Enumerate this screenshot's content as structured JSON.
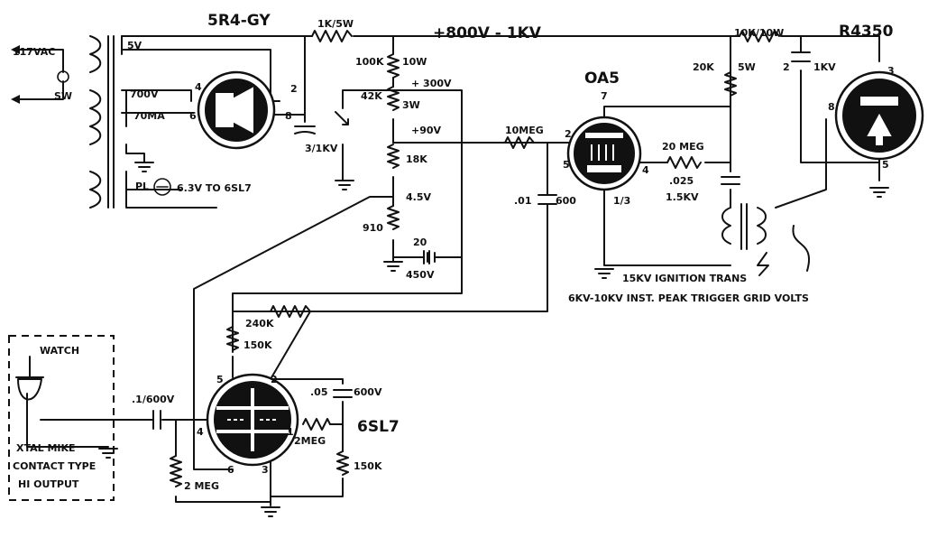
{
  "labels": {
    "vac": "117VAC",
    "sw": "SW",
    "five_v": "5V",
    "v700": "700V",
    "ma70": "70MA",
    "pl": "PL",
    "heater": "6.3V TO 6SL7",
    "rect_tube": "5R4-GY",
    "rect_pin4": "4",
    "rect_pin6": "6",
    "rect_pin2": "2",
    "rect_pin8": "8",
    "r_1k": "1K/5W",
    "cap_3_1kv": "3/1KV",
    "hv": "+800V - 1KV",
    "r_100k": "100K",
    "r_10w": "10W",
    "v300": "+ 300V",
    "r_42k": "42K",
    "r_3w": "3W",
    "v90": "+90V",
    "r_18k": "18K",
    "v45": "4.5V",
    "r_910": "910",
    "cap_20": "20",
    "cap_450v": "450V",
    "r_10meg": "10MEG",
    "cap_01": ".01",
    "cap_600": "600",
    "oa5": "OA5",
    "oa5_pin7": "7",
    "oa5_pin2": "2",
    "oa5_pin5": "5",
    "oa5_pin4": "4",
    "oa5_pin13": "1/3",
    "r_20meg": "20 MEG",
    "cap_025": ".025",
    "cap_15kv": "1.5KV",
    "r_20k": "20K",
    "r_5w": "5W",
    "r_10k": "10K/10W",
    "cap_2": "2",
    "cap_1kv": "1KV",
    "r4350": "R4350",
    "r4350_pin3": "3",
    "r4350_pin8": "8",
    "r4350_pin5": "5",
    "trans": "15KV IGNITION TRANS",
    "peak": "6KV-10KV INST. PEAK TRIGGER GRID VOLTS",
    "r_240k": "240K",
    "r_150k_a": "150K",
    "watch": "WATCH",
    "mike1": "XTAL MIKE",
    "mike2": "CONTACT TYPE",
    "mike3": "HI OUTPUT",
    "cap_1_600": ".1/600V",
    "sl7": "6SL7",
    "sl7_pin5": "5",
    "sl7_pin2": "2",
    "sl7_pin4": "4",
    "sl7_pin1": "1",
    "sl7_pin6": "6",
    "sl7_pin3": "3",
    "cap_05": ".05",
    "cap_600v": "600V",
    "r_2meg_a": "2MEG",
    "r_150k_b": "150K",
    "r_2meg_b": "2 MEG"
  }
}
